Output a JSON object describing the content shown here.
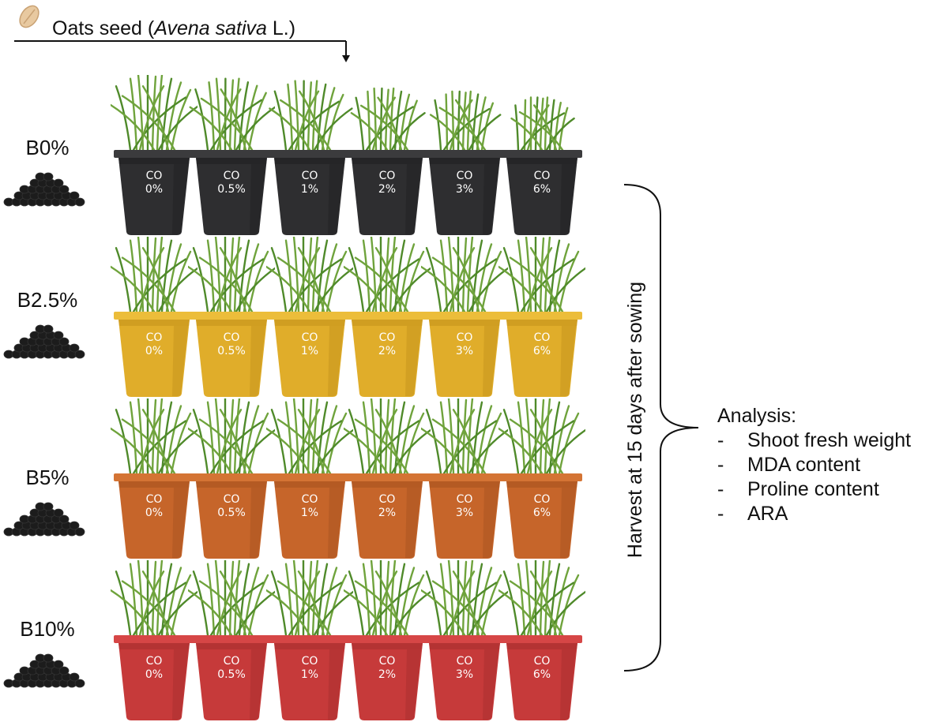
{
  "title": {
    "prefix": "Oats seed (",
    "species": "Avena sativa",
    "suffix": " L.)"
  },
  "rows": [
    {
      "label": "B0%",
      "pot_color": "#2e2e30",
      "pot_rim": "#3b3b3d",
      "pot_shade": "#1f1f21",
      "plant_scale": [
        1.0,
        0.95,
        0.92,
        0.82,
        0.78,
        0.7
      ]
    },
    {
      "label": "B2.5%",
      "pot_color": "#e0ad2a",
      "pot_rim": "#ecbd3a",
      "pot_shade": "#c4941c",
      "plant_scale": [
        1,
        1,
        1,
        1,
        1,
        1
      ]
    },
    {
      "label": "B5%",
      "pot_color": "#c6652a",
      "pot_rim": "#d47434",
      "pot_shade": "#a8531f",
      "plant_scale": [
        1,
        1,
        1,
        1,
        1,
        1
      ]
    },
    {
      "label": "B10%",
      "pot_color": "#c63a3a",
      "pot_rim": "#d64646",
      "pot_shade": "#a82e2e",
      "plant_scale": [
        1,
        1,
        1,
        1,
        1,
        1
      ]
    }
  ],
  "pot_line1": "CO",
  "doses": [
    "0%",
    "0.5%",
    "1%",
    "2%",
    "3%",
    "6%"
  ],
  "harvest_label": "Harvest at 15 days after sowing",
  "analysis": {
    "heading": "Analysis:",
    "items": [
      "Shoot fresh weight",
      "MDA content",
      "Proline content",
      "ARA"
    ]
  },
  "colors": {
    "grass": "#6fa33c",
    "grass_dark": "#4f8a2a",
    "biochar": "#1c1c1c"
  }
}
